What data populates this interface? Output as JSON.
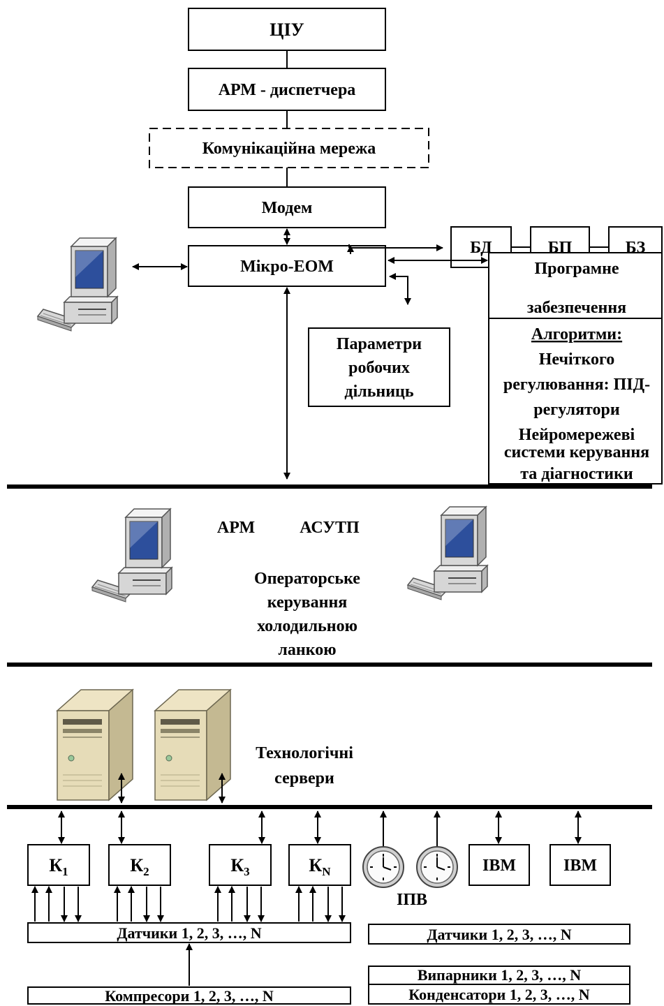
{
  "top": {
    "tsiu": "ЦІУ",
    "arm_dispatcher": "АРМ - диспетчера",
    "network": "Комунікаційна мережа",
    "modem": "Модем",
    "micro_eom": "Мікро-ЕОМ"
  },
  "storage": {
    "bd": "БД",
    "bp": "БП",
    "bz": "БЗ"
  },
  "software": {
    "title_lines": [
      "Програмне",
      "забезпечення"
    ],
    "algorithms_title": "Алгоритми:",
    "algorithm_lines": [
      "Нечіткого",
      "регулювання: ПІД-",
      "регулятори",
      "Нейромережеві",
      "системи керування",
      "та діагностики"
    ]
  },
  "params": {
    "lines": [
      "Параметри",
      "робочих",
      "дільниць"
    ]
  },
  "operator_level": {
    "arm": "АРМ",
    "asutp": "АСУТП",
    "lines": [
      "Операторське",
      "керування",
      "холодильною",
      "ланкою"
    ]
  },
  "servers": {
    "lines": [
      "Технологічні",
      "сервери"
    ]
  },
  "controllers": [
    {
      "base": "К",
      "sub": "1"
    },
    {
      "base": "К",
      "sub": "2"
    },
    {
      "base": "К",
      "sub": "3"
    },
    {
      "base": "К",
      "sub": "N"
    }
  ],
  "ibm_units": [
    "IBM",
    "IBM"
  ],
  "ipv": "ІПВ",
  "bottom": {
    "sensors_left": "Датчики 1, 2, 3, …, N",
    "compressors": "Компресори 1, 2, 3, …, N",
    "sensors_right": "Датчики 1, 2, 3, …, N",
    "evaporators": "Випарники 1, 2, 3, …, N",
    "condensers": "Конденсатори 1, 2, 3, …, N"
  }
}
